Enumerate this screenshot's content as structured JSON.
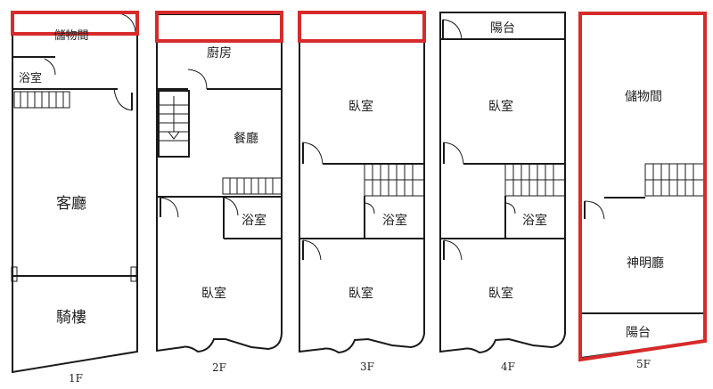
{
  "floors": [
    {
      "label": "1F",
      "rooms": [
        "儲物間",
        "浴室",
        "客廳",
        "騎樓"
      ]
    },
    {
      "label": "2F",
      "rooms": [
        "廚房",
        "餐廳",
        "浴室",
        "臥室"
      ]
    },
    {
      "label": "3F",
      "rooms": [
        "臥室",
        "浴室",
        "臥室"
      ]
    },
    {
      "label": "4F",
      "rooms": [
        "陽台",
        "臥室",
        "浴室",
        "臥室"
      ]
    },
    {
      "label": "5F",
      "rooms": [
        "儲物間",
        "神明廳",
        "陽台"
      ]
    }
  ],
  "colors": {
    "wall": "#1a1a1a",
    "highlight": "#d62b2b",
    "background": "#ffffff"
  }
}
